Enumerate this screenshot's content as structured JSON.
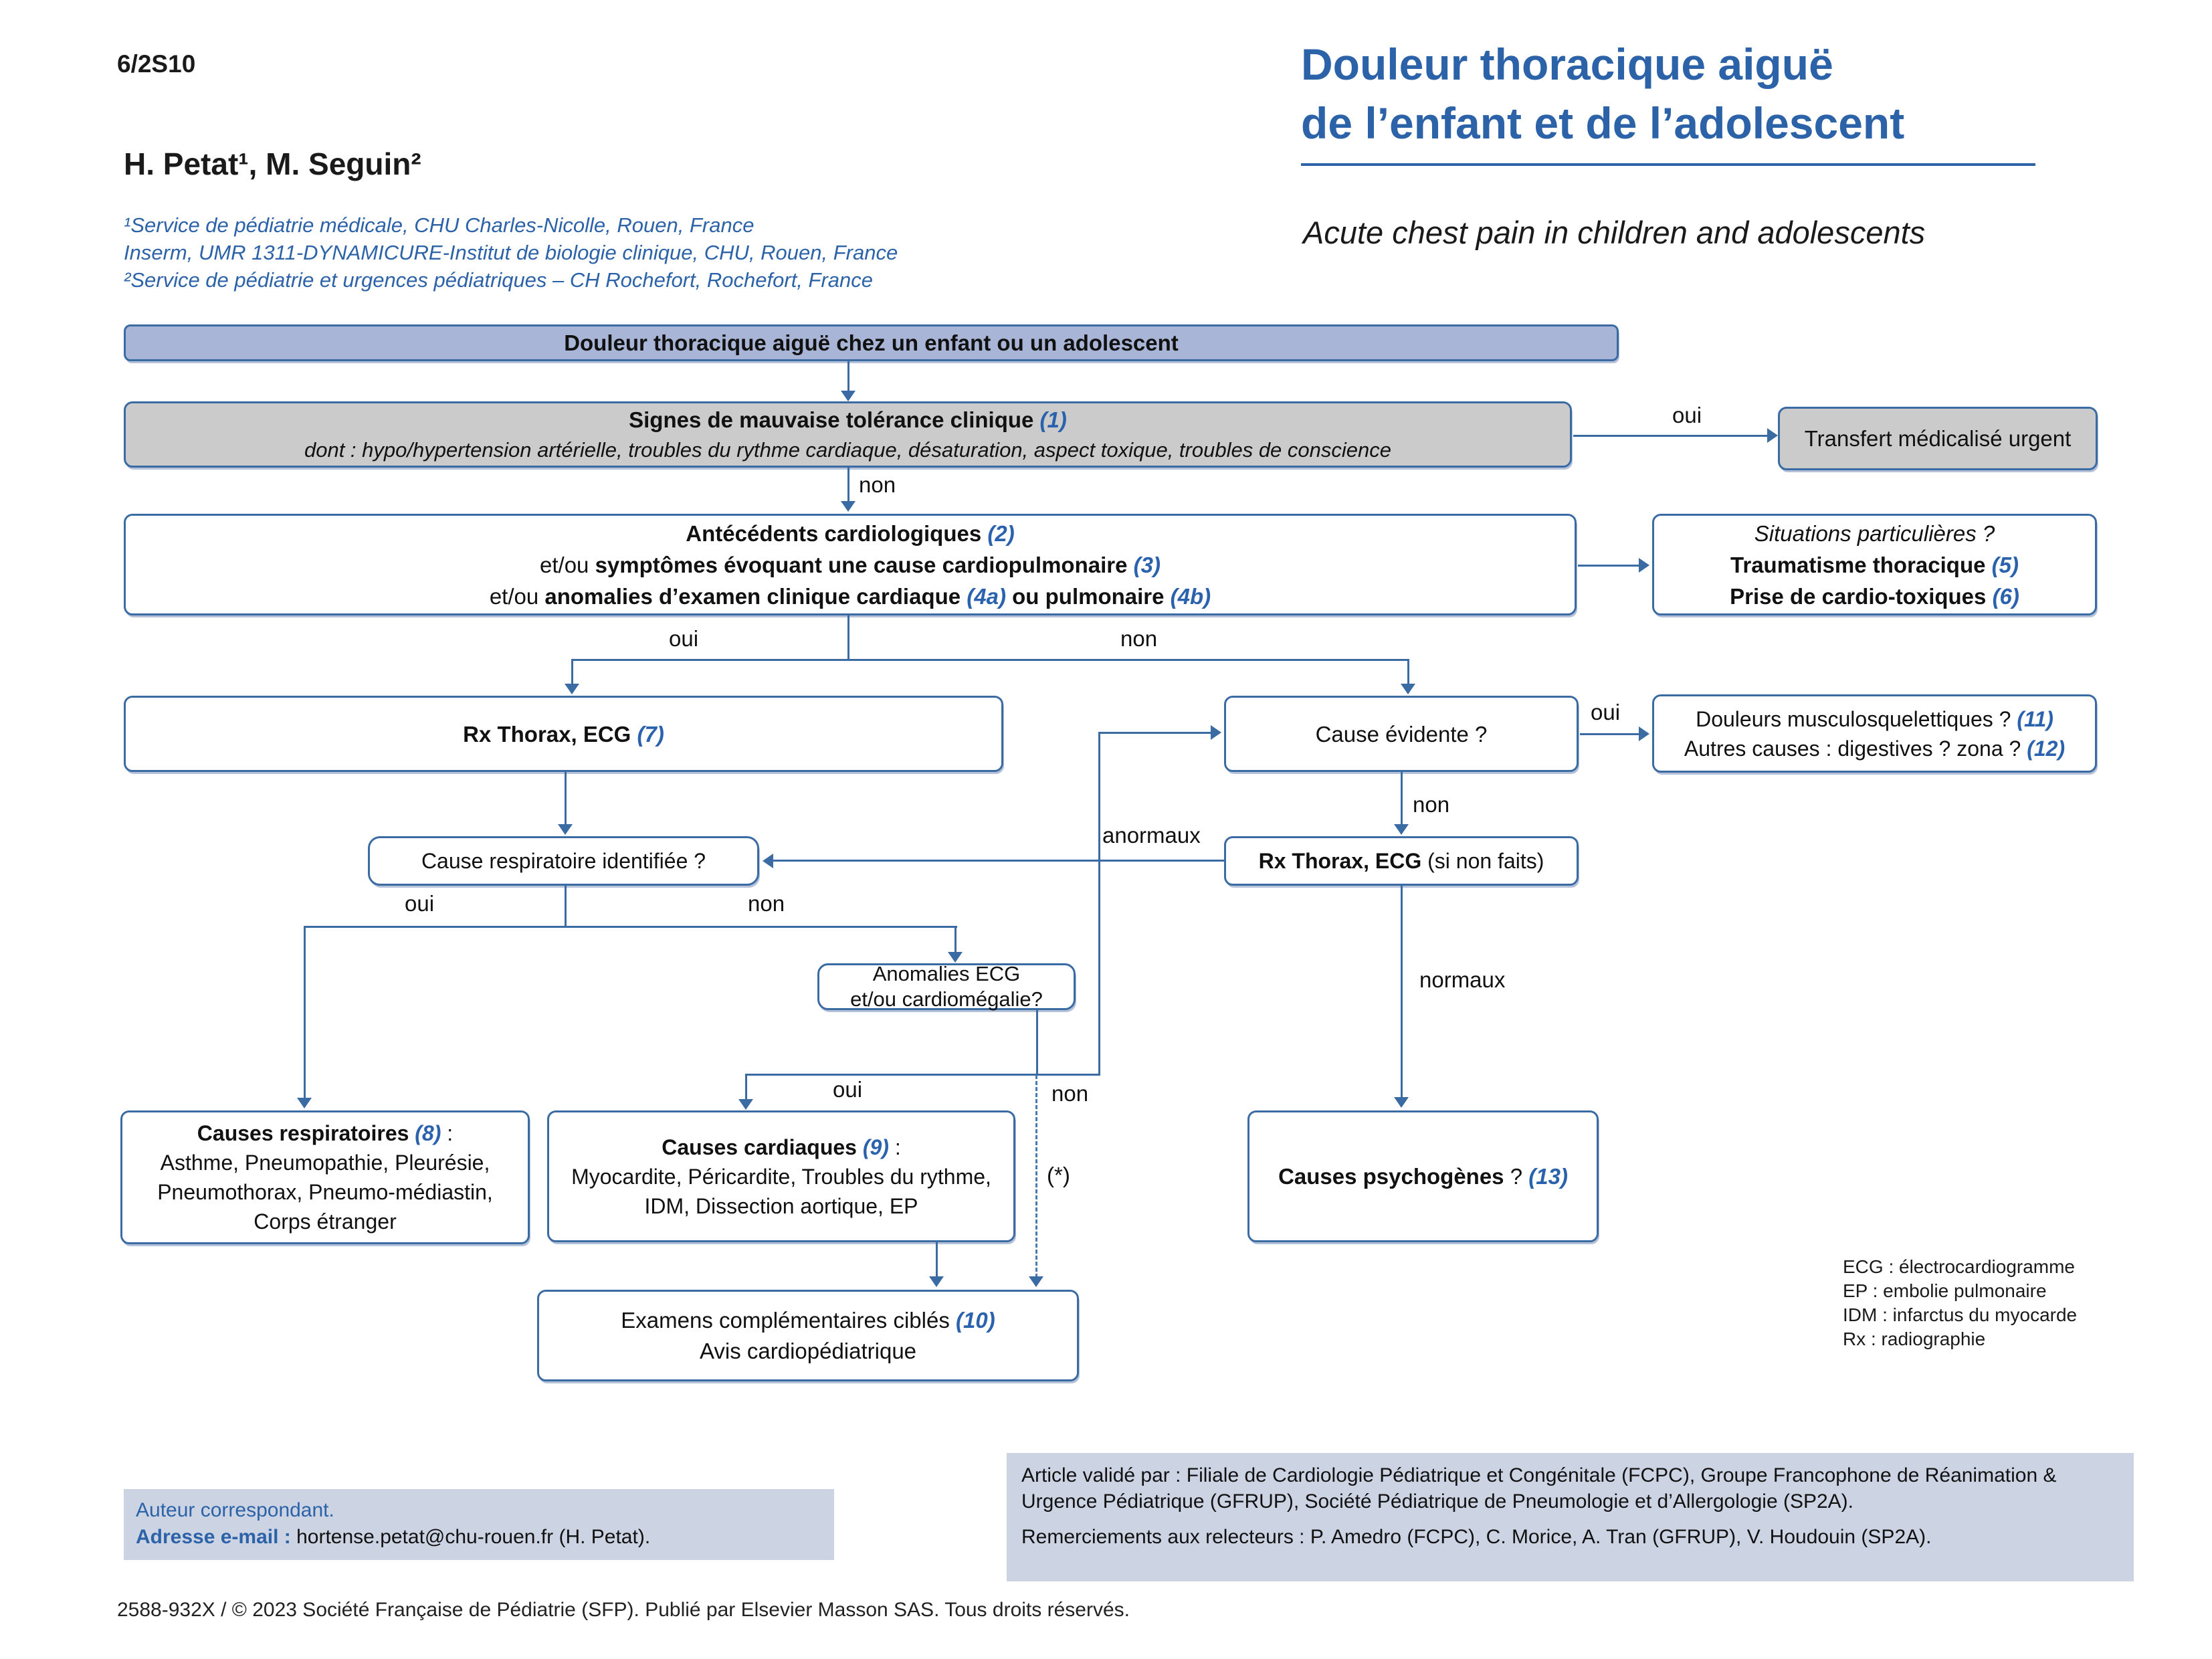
{
  "header": {
    "page_code": "6/2S10",
    "authors": "H. Petat¹, M. Seguin²",
    "affiliations": [
      "¹Service de pédiatrie médicale, CHU Charles-Nicolle, Rouen, France",
      "Inserm, UMR 1311-DYNAMICURE-Institut de biologie clinique, CHU, Rouen, France",
      "²Service de pédiatrie et urgences pédiatriques – CH Rochefort, Rochefort, France"
    ],
    "title_fr_line1": "Douleur thoracique aiguë",
    "title_fr_line2": "de l’enfant et de l’adolescent",
    "title_en": "Acute chest pain in children and adolescents"
  },
  "colors": {
    "accent_blue": "#2c62a8",
    "line_blue": "#3a6ba3",
    "reference_blue": "#2b62ae",
    "start_fill": "#a9b5d6",
    "gray_fill": "#cbcbcb",
    "footer_fill": "#ccd3e3"
  },
  "flow": {
    "boxes": {
      "start": {
        "lines": [
          [
            {
              "c": "b",
              "t": "Douleur thoracique aiguë chez un enfant ou un adolescent"
            }
          ]
        ]
      },
      "tolerance": {
        "lines": [
          [
            {
              "c": "b",
              "t": "Signes de mauvaise tolérance clinique "
            },
            {
              "c": "ref",
              "t": "(1)"
            }
          ],
          [
            {
              "c": "i",
              "t": "dont : hypo/hypertension artérielle, troubles du rythme cardiaque, désaturation, aspect toxique, troubles de conscience"
            }
          ]
        ]
      },
      "transfert": {
        "lines": [
          [
            {
              "c": "rg",
              "t": "Transfert médicalisé urgent"
            }
          ]
        ]
      },
      "antecedents": {
        "lines": [
          [
            {
              "c": "b",
              "t": "Antécédents cardiologiques "
            },
            {
              "c": "ref",
              "t": "(2)"
            }
          ],
          [
            {
              "c": "rg",
              "t": "et/ou "
            },
            {
              "c": "b",
              "t": "symptômes évoquant une cause cardiopulmonaire "
            },
            {
              "c": "ref",
              "t": "(3)"
            }
          ],
          [
            {
              "c": "rg",
              "t": "et/ou "
            },
            {
              "c": "b",
              "t": "anomalies d’examen clinique cardiaque "
            },
            {
              "c": "ref",
              "t": "(4a)"
            },
            {
              "c": "b",
              "t": " ou pulmonaire "
            },
            {
              "c": "ref",
              "t": "(4b)"
            }
          ]
        ]
      },
      "situations": {
        "lines": [
          [
            {
              "c": "i",
              "t": "Situations particulières ?"
            }
          ],
          [
            {
              "c": "b",
              "t": "Traumatisme thoracique "
            },
            {
              "c": "ref",
              "t": "(5)"
            }
          ],
          [
            {
              "c": "b",
              "t": "Prise de cardio-toxiques "
            },
            {
              "c": "ref",
              "t": "(6)"
            }
          ]
        ]
      },
      "rx_ecg": {
        "lines": [
          [
            {
              "c": "b",
              "t": "Rx Thorax, ECG "
            },
            {
              "c": "ref",
              "t": "(7)"
            }
          ]
        ]
      },
      "cause_evidente": {
        "lines": [
          [
            {
              "c": "rg",
              "t": "Cause évidente ?"
            }
          ]
        ]
      },
      "musculo": {
        "lines": [
          [
            {
              "c": "rg",
              "t": "Douleurs musculosquelettiques ? "
            },
            {
              "c": "ref",
              "t": "(11)"
            }
          ],
          [
            {
              "c": "rg",
              "t": "Autres causes : digestives ? zona ? "
            },
            {
              "c": "ref",
              "t": "(12)"
            }
          ]
        ]
      },
      "rx_ecg2": {
        "lines": [
          [
            {
              "c": "b",
              "t": "Rx Thorax, ECG"
            },
            {
              "c": "rg",
              "t": " (si non faits)"
            }
          ]
        ]
      },
      "cause_resp": {
        "lines": [
          [
            {
              "c": "rg",
              "t": "Cause respiratoire identifiée ?"
            }
          ]
        ]
      },
      "anomalies_ecg": {
        "lines": [
          [
            {
              "c": "rg",
              "t": "Anomalies ECG"
            }
          ],
          [
            {
              "c": "rg",
              "t": "et/ou cardiomégalie?"
            }
          ]
        ]
      },
      "causes_resp": {
        "lines": [
          [
            {
              "c": "b",
              "t": "Causes respiratoires "
            },
            {
              "c": "ref",
              "t": "(8)"
            },
            {
              "c": "rg",
              "t": " :"
            }
          ],
          [
            {
              "c": "rg",
              "t": "Asthme, Pneumopathie, Pleurésie,"
            }
          ],
          [
            {
              "c": "rg",
              "t": "Pneumothorax, Pneumo-médiastin,"
            }
          ],
          [
            {
              "c": "rg",
              "t": "Corps étranger"
            }
          ]
        ]
      },
      "causes_card": {
        "lines": [
          [
            {
              "c": "b",
              "t": "Causes cardiaques "
            },
            {
              "c": "ref",
              "t": "(9)"
            },
            {
              "c": "rg",
              "t": " :"
            }
          ],
          [
            {
              "c": "rg",
              "t": "Myocardite, Péricardite, Troubles du rythme,"
            }
          ],
          [
            {
              "c": "rg",
              "t": "IDM, Dissection aortique, EP"
            }
          ]
        ]
      },
      "causes_psy": {
        "lines": [
          [
            {
              "c": "b",
              "t": "Causes psychogènes"
            },
            {
              "c": "rg",
              "t": " ? "
            },
            {
              "c": "ref",
              "t": "(13)"
            }
          ]
        ]
      },
      "examens": {
        "lines": [
          [
            {
              "c": "rg",
              "t": "Examens complémentaires ciblés "
            },
            {
              "c": "ref",
              "t": "(10)"
            }
          ],
          [
            {
              "c": "rg",
              "t": "Avis cardiopédiatrique"
            }
          ]
        ]
      }
    },
    "edge_labels": {
      "tol_oui": "oui",
      "tol_non": "non",
      "ant_oui": "oui",
      "ant_non": "non",
      "evid_oui": "oui",
      "evid_non": "non",
      "anormaux": "anormaux",
      "resp_oui": "oui",
      "resp_non": "non",
      "ecg_oui": "oui",
      "ecg_non": "non",
      "star": "(*)",
      "normaux": "normaux"
    }
  },
  "legend": [
    "ECG : électrocardiogramme",
    "EP : embolie pulmonaire",
    "IDM : infarctus du myocarde",
    "Rx : radiographie"
  ],
  "footer": {
    "correspondent_title": "Auteur correspondant.",
    "email_line": [
      {
        "c": "blb",
        "t": "Adresse e-mail : "
      },
      {
        "c": "rg",
        "t": "hortense.petat@chu-rouen.fr (H. Petat)."
      }
    ],
    "validated": "Article validé par : Filiale de Cardiologie Pédiatrique et Congénitale (FCPC), Groupe Francophone de Réanimation & Urgence Pédiatrique (GFRUP), Société Pédiatrique de Pneumologie et d’Allergologie (SP2A).",
    "thanks": "Remerciements aux relecteurs : P. Amedro (FCPC), C. Morice, A. Tran (GFRUP), V. Houdouin (SP2A).",
    "copyright": "2588-932X / © 2023 Société Française de Pédiatrie (SFP). Publié par Elsevier Masson SAS. Tous droits réservés."
  }
}
